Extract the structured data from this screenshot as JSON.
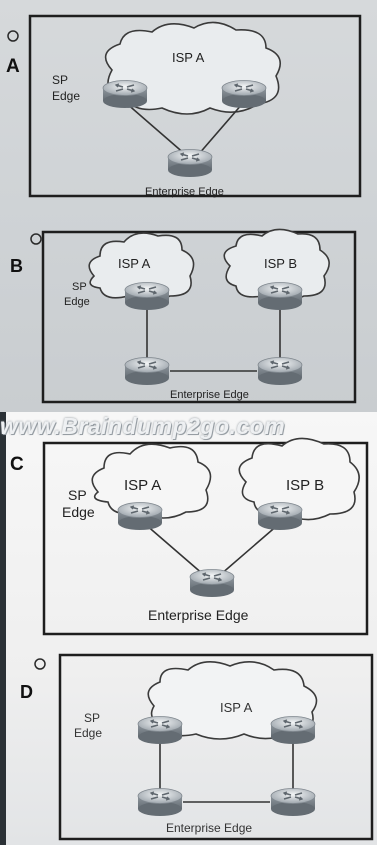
{
  "watermark": "www.Braindump2go.com",
  "options": [
    {
      "letter": "A",
      "clouds": [
        {
          "label": "ISP A"
        }
      ],
      "sp_label_line1": "SP",
      "sp_label_line2": "Edge",
      "enterprise_label": "Enterprise Edge"
    },
    {
      "letter": "B",
      "clouds": [
        {
          "label": "ISP A"
        },
        {
          "label": "ISP B"
        }
      ],
      "sp_label_line1": "SP",
      "sp_label_line2": "Edge",
      "enterprise_label": "Enterprise Edge"
    },
    {
      "letter": "C",
      "clouds": [
        {
          "label": "ISP A"
        },
        {
          "label": "ISP B"
        }
      ],
      "sp_label_line1": "SP",
      "sp_label_line2": "Edge",
      "enterprise_label": "Enterprise Edge"
    },
    {
      "letter": "D",
      "clouds": [
        {
          "label": "ISP A"
        }
      ],
      "sp_label_line1": "SP",
      "sp_label_line2": "Edge",
      "enterprise_label": "Enterprise Edge"
    }
  ]
}
